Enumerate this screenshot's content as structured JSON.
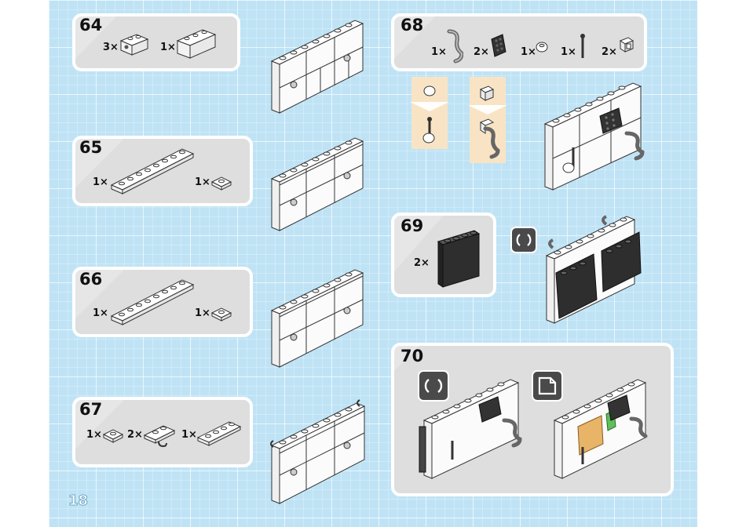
{
  "page_number": "18",
  "steps": [
    {
      "number": "64",
      "parts": [
        {
          "qty": "3×",
          "icon": "brick-1x2-tech-icon"
        },
        {
          "qty": "1×",
          "icon": "brick-1x3-icon"
        }
      ]
    },
    {
      "number": "65",
      "parts": [
        {
          "qty": "1×",
          "icon": "plate-1x8-icon"
        },
        {
          "qty": "1×",
          "icon": "plate-1x1-icon"
        }
      ]
    },
    {
      "number": "66",
      "parts": [
        {
          "qty": "1×",
          "icon": "plate-1x8-icon"
        },
        {
          "qty": "1×",
          "icon": "plate-1x1-icon"
        }
      ]
    },
    {
      "number": "67",
      "parts": [
        {
          "qty": "1×",
          "icon": "plate-1x1-icon"
        },
        {
          "qty": "2×",
          "icon": "plate-clip-icon"
        },
        {
          "qty": "1×",
          "icon": "plate-1x4-icon"
        }
      ]
    },
    {
      "number": "68",
      "parts": [
        {
          "qty": "1×",
          "icon": "hose-icon"
        },
        {
          "qty": "2×",
          "icon": "black-tile-icon"
        },
        {
          "qty": "1×",
          "icon": "round-stud-icon"
        },
        {
          "qty": "1×",
          "icon": "bar-icon"
        },
        {
          "qty": "2×",
          "icon": "clip-icon"
        }
      ]
    },
    {
      "number": "69",
      "parts": [
        {
          "qty": "2×",
          "icon": "black-panel-icon"
        }
      ]
    },
    {
      "number": "70",
      "parts": []
    }
  ],
  "icons": {
    "rotate": "rotate-icon",
    "page_turn": "page-turn-icon"
  },
  "colors": {
    "background": "#bfe3f5",
    "box": "#e6e6e6",
    "callout": "#f8e4c4",
    "dark_icon": "#4a4a4a"
  }
}
